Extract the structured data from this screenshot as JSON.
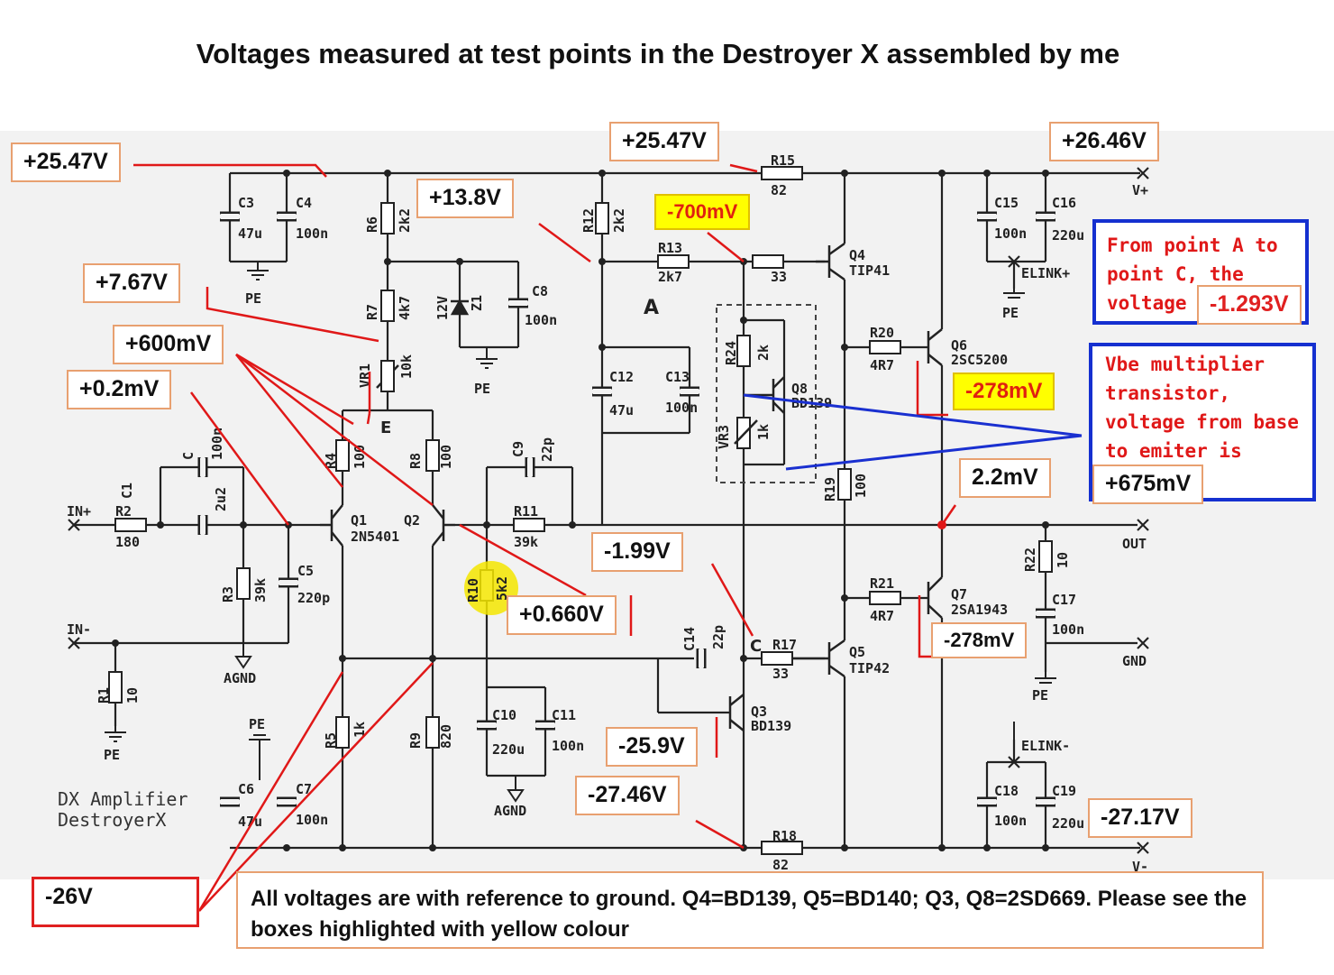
{
  "title": "Voltages measured at test points in the Destroyer X assembled by me",
  "labels": {
    "v_top_left": "+25.47V",
    "v_top_mid": "+25.47V",
    "v_top_right": "+26.46V",
    "v_13_8": "+13.8V",
    "v_700m": "-700mV",
    "v_7_67": "+7.67V",
    "v_600m": "+600mV",
    "v_0_2m": "+0.2mV",
    "v_n1_293": "-1.293V",
    "v_278m_yellow": "-278mV",
    "v_2_2m": "2.2mV",
    "v_675m": "+675mV",
    "v_n1_99": "-1.99V",
    "v_0_660": "+0.660V",
    "v_278m_low": "-278mV",
    "v_25_9": "-25.9V",
    "v_27_46": "-27.46V",
    "v_27_17": "-27.17V",
    "v_26": "-26V"
  },
  "note_a_lines": "From point A to\npoint C, the\nvoltage",
  "note_vbe_lines": "Vbe multiplier\ntransistor,\nvoltage from base\nto emiter is",
  "footnote": "All voltages are with reference to ground. Q4=BD139, Q5=BD140; Q3, Q8=2SD669. Please see the boxes highlighted with yellow colour",
  "schematic": {
    "caption_line1": "DX Amplifier",
    "caption_line2": "DestroyerX",
    "terminals": [
      "IN+",
      "IN-",
      "OUT",
      "GND",
      "V+",
      "V-"
    ],
    "net_labels": [
      "PE",
      "AGND",
      "ELINK+",
      "ELINK-"
    ],
    "points": [
      "A",
      "C",
      "E"
    ],
    "parts": {
      "R2": "180",
      "C": "100n",
      "C1": "2u2",
      "R3": "39k",
      "C5": "220p",
      "R1": "10",
      "C3": "47u",
      "C4": "100n",
      "R6": "2k2",
      "R7": "4k7",
      "VR1": "10k",
      "Z1": "12V",
      "C8": "100n",
      "R4": "100",
      "R8": "100",
      "Q1": "2N5401",
      "Q2": "",
      "C9": "22p",
      "R11": "39k",
      "R10": "5k2",
      "C10": "220u",
      "C11": "100n",
      "R12": "2k2",
      "C12": "47u",
      "C13": "100n",
      "R13": "2k7",
      "R_33a": "33",
      "R15": "82",
      "Q4": "TIP41",
      "R24": "2k",
      "VR3": "1k",
      "Q8": "BD139",
      "R19": "100",
      "R20": "4R7",
      "Q6": "2SC5200",
      "R21": "4R7",
      "Q7": "2SA1943",
      "C15": "100n",
      "C16": "220u",
      "R22": "10",
      "C17": "100n",
      "C14": "22p",
      "R17": "33",
      "Q5": "TIP42",
      "Q3": "BD139",
      "R5": "1k",
      "R9": "820",
      "C6": "47u",
      "C7": "100n",
      "R18": "82",
      "C18": "100n",
      "C19": "220u"
    }
  }
}
